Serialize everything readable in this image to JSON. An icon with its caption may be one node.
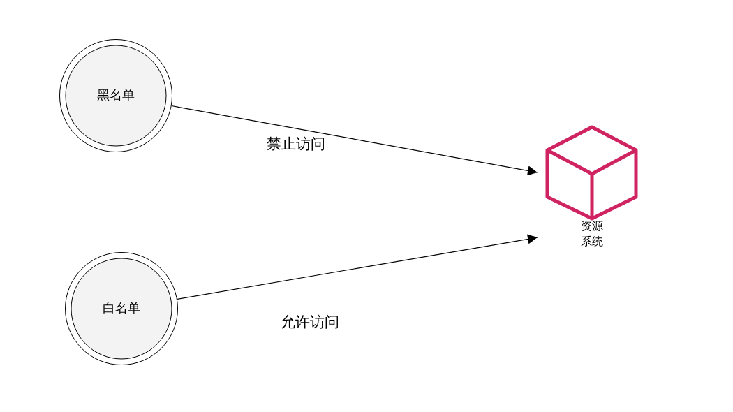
{
  "diagram": {
    "nodes": [
      {
        "text": [
          "黑名单"
        ]
      },
      {
        "text": [
          "白名单"
        ]
      },
      {
        "text": [
          "资源系统"
        ]
      }
    ],
    "edges": [
      {
        "from": 0,
        "to": 2,
        "arrow": "to",
        "label": "禁止访问"
      },
      {
        "from": 1,
        "to": 2,
        "arrow": "to",
        "label": "允许访问"
      }
    ]
  }
}
